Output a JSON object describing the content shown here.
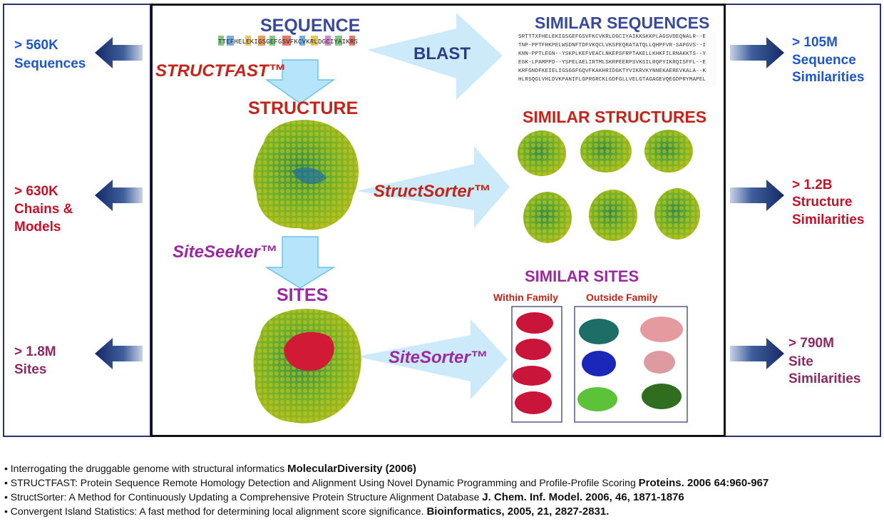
{
  "left_stats": [
    {
      "value": "> 560K",
      "label": [
        "Sequences"
      ],
      "color": "#1f56c8"
    },
    {
      "value": "> 630K",
      "label": [
        "Chains &",
        "Models"
      ],
      "color": "#c5122a"
    },
    {
      "value": "> 1.8M",
      "label": [
        "Sites"
      ],
      "color": "#8e2a62"
    }
  ],
  "right_stats": [
    {
      "value": "> 105M",
      "label": [
        "Sequence",
        "Similarities"
      ],
      "color": "#1f56c8"
    },
    {
      "value": "> 1.2B",
      "label": [
        "Structure",
        "Similarities"
      ],
      "color": "#c5122a"
    },
    {
      "value": "> 790M",
      "label": [
        "Site",
        "Similarities"
      ],
      "color": "#8e2a62"
    }
  ],
  "center": {
    "sequence_title": "SEQUENCE",
    "sequence_string": "TTEFHELEKIGSGEFGSVFKCVKRLDGCIYAIKRS",
    "structure_title": "STRUCTURE",
    "sites_title": "SITES",
    "similar_sequences_title": "SIMILAR SEQUENCES",
    "similar_structures_title": "SIMILAR STRUCTURES",
    "similar_sites_title": "SIMILAR SITES",
    "within_family": "Within Family",
    "outside_family": "Outside Family",
    "similar_seq_lines": [
      "SRTTTXFHELEKIGSGEFGSVFKCVKRLDGCIYAIKKSKKPLAGSVDEQNALR--E",
      "TNP-PPTFRKPELWSDNFTDFVKQCLVKSPEQRATATQLLQHPFVR-SAPGVS--I",
      "KNN-PPTLEGN--YSKPLKEFVEACLNKEPSFRPTAKELLKHKFILRNAKKTS--Y",
      "EGK-LPAMPPD--YSPELAELIRTMLSKRPEERPSVKSILRQPYIKRQISFFL--E",
      "KRFGNDFKEIELIGSGGFGQVFKAKHRIDGKTYVIKRVKYNNEKAEREVKALA--K",
      "HLRSQGLVHLDVKPANIFLGPRGRCKLGDFGLLVELGTAGAGEVQEGDPRYMAPEL"
    ]
  },
  "tools": {
    "structfast": "STRUCTFAST™",
    "blast": "BLAST",
    "structsorter": "StructSorter™",
    "siteseeker": "SiteSeeker™",
    "sitesorter": "SiteSorter™"
  },
  "citations": [
    {
      "text": "• Interrogating the druggable genome with structural informatics ",
      "ref": "MolecularDiversity (2006)"
    },
    {
      "text": "• STRUCTFAST: Protein Sequence Remote Homology Detection and Alignment Using Novel Dynamic Programming and Profile-Profile Scoring ",
      "ref": "Proteins. 2006 64:960-967"
    },
    {
      "text": "• StructSorter: A Method for Continuously Updating a Comprehensive Protein Structure Alignment Database ",
      "ref": "J. Chem. Inf. Model. 2006, 46, 1871-1876"
    },
    {
      "text": "• Convergent Island Statistics: A fast method for determining local alignment score significance. ",
      "ref": "Bioinformatics, 2005, 21, 2827-2831."
    }
  ],
  "colors": {
    "border": "#2a3370",
    "arrow_dark": "#1b2f6b",
    "flow_arrow": "#bfe4f8",
    "sequence_title": "#3a4a9a",
    "structure_title": "#c5241a",
    "sites_title": "#9b2aa0",
    "tool_red": "#c5241a",
    "tool_purple": "#9b2aa0",
    "protein_green": "#6fa828",
    "site_red": "#c5122a"
  }
}
